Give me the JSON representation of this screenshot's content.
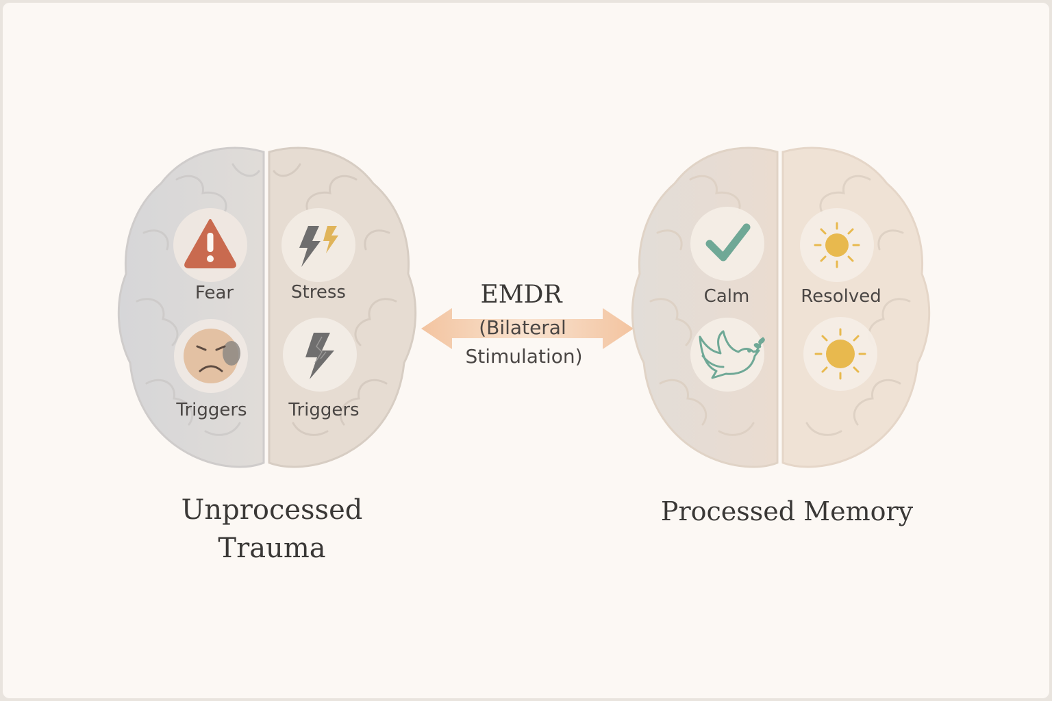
{
  "diagram": {
    "process": {
      "title": "EMDR",
      "subtitle_line1": "(Bilateral",
      "subtitle_line2": "Stimulation)"
    },
    "left_brain": {
      "caption_line1": "Unprocessed",
      "caption_line2": "Trauma",
      "items": [
        {
          "label": "Fear",
          "icon": "warning-triangle-icon"
        },
        {
          "label": "Stress",
          "icon": "lightning-bolts-icon"
        },
        {
          "label": "Triggers",
          "icon": "sad-face-icon"
        },
        {
          "label": "Triggers",
          "icon": "cracked-lightning-icon"
        }
      ]
    },
    "right_brain": {
      "caption": "Processed Memory",
      "items": [
        {
          "label": "Calm",
          "icon": "checkmark-icon"
        },
        {
          "label": "Resolved",
          "icon": "sun-icon"
        },
        {
          "label": "",
          "icon": "dove-icon"
        },
        {
          "label": "",
          "icon": "sun-icon"
        }
      ]
    },
    "colors": {
      "background": "#fcf8f4",
      "left_brain_gray": "#d9d8d8",
      "left_brain_beige": "#e5dcd3",
      "right_brain": "#efe2d5",
      "arrow": "#f2c7a6",
      "warning": "#c96a4f",
      "check": "#6fa896",
      "sun": "#e8b94e",
      "dove": "#6fa896"
    }
  }
}
